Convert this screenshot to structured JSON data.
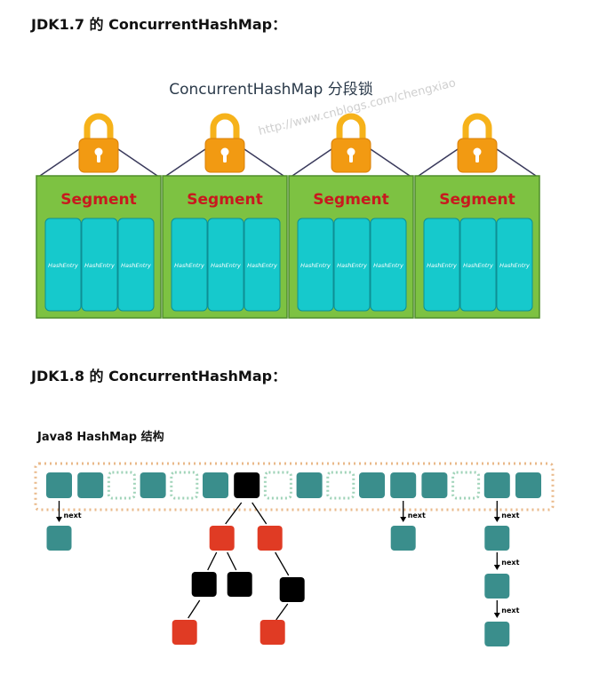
{
  "headings": {
    "jdk17": "JDK1.7 的 ConcurrentHashMap：",
    "jdk18": "JDK1.8 的 ConcurrentHashMap："
  },
  "diagram17": {
    "title": "ConcurrentHashMap 分段锁",
    "watermark": "http://www.cnblogs.com/chengxiao",
    "segment_label": "Segment",
    "entry_label": "HashEntry",
    "segment_count": 4,
    "entries_per_segment": 3,
    "colors": {
      "segment_fill": "#7dc242",
      "segment_label": "#c8191e",
      "entry_fill": "#16c9cc",
      "lock_body": "#f29a12",
      "lock_shackle": "#f6b21a"
    }
  },
  "diagram18": {
    "title": "Java8 HashMap 结构",
    "next_label": "next",
    "bucket_pattern": [
      "filled",
      "filled",
      "empty",
      "filled",
      "empty",
      "filled",
      "black",
      "empty",
      "filled",
      "empty",
      "filled",
      "filled",
      "filled",
      "empty",
      "filled",
      "filled"
    ],
    "colors": {
      "bucket_fill": "#3a8e8c",
      "bucket_border_dotted": "#e9b98a",
      "empty_bucket": "#9fd3b8",
      "tree_red": "#e03b24",
      "tree_black": "#000000"
    }
  }
}
